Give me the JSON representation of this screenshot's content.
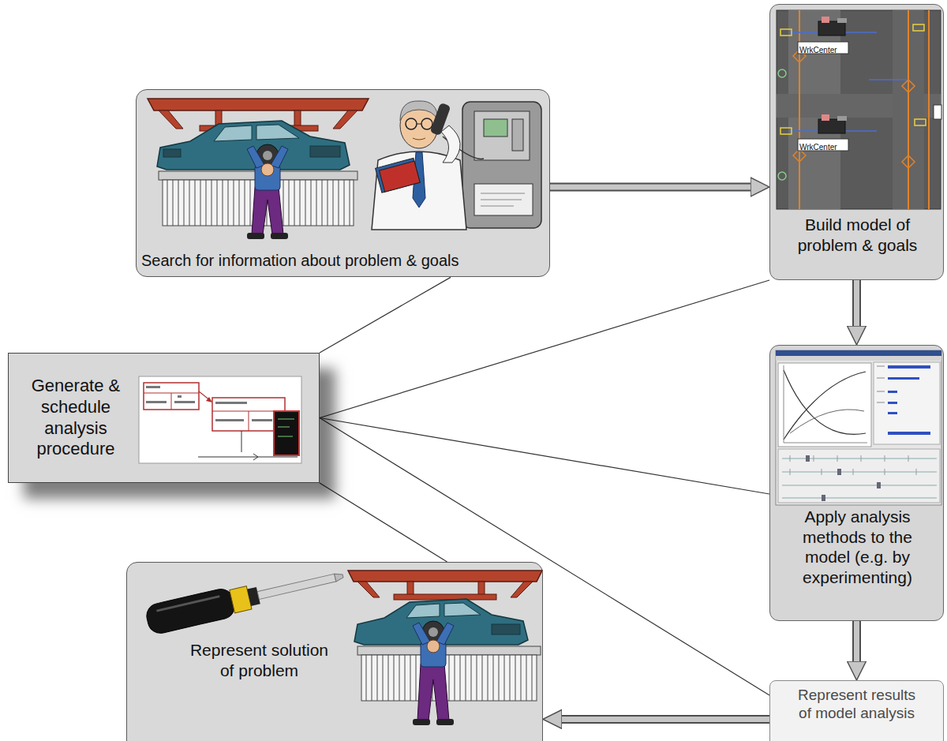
{
  "diagram": {
    "nodes": [
      {
        "text": [
          "Search for information about problem & goals"
        ]
      },
      {
        "text": [
          "Build model of problem & goals"
        ]
      },
      {
        "text": [
          "Generate & schedule analysis procedure"
        ]
      },
      {
        "text": [
          "Apply analysis methods to the model (e.g. by experimenting)"
        ]
      },
      {
        "text": [
          "Represent results of model analysis"
        ]
      },
      {
        "text": [
          "Represent solution of problem"
        ]
      }
    ],
    "edges": [
      {
        "from": 0,
        "to": 1,
        "arrow": "to"
      },
      {
        "from": 1,
        "to": 3,
        "arrow": "to"
      },
      {
        "from": 3,
        "to": 4,
        "arrow": "to"
      },
      {
        "from": 4,
        "to": 5,
        "arrow": "to"
      },
      {
        "from": 2,
        "to": 0,
        "arrow": "none"
      },
      {
        "from": 2,
        "to": 1,
        "arrow": "none"
      },
      {
        "from": 2,
        "to": 3,
        "arrow": "none"
      },
      {
        "from": 2,
        "to": 4,
        "arrow": "none"
      },
      {
        "from": 2,
        "to": 5,
        "arrow": "none"
      }
    ],
    "labels": [
      "WrkCenter",
      "WrkCenter"
    ]
  }
}
